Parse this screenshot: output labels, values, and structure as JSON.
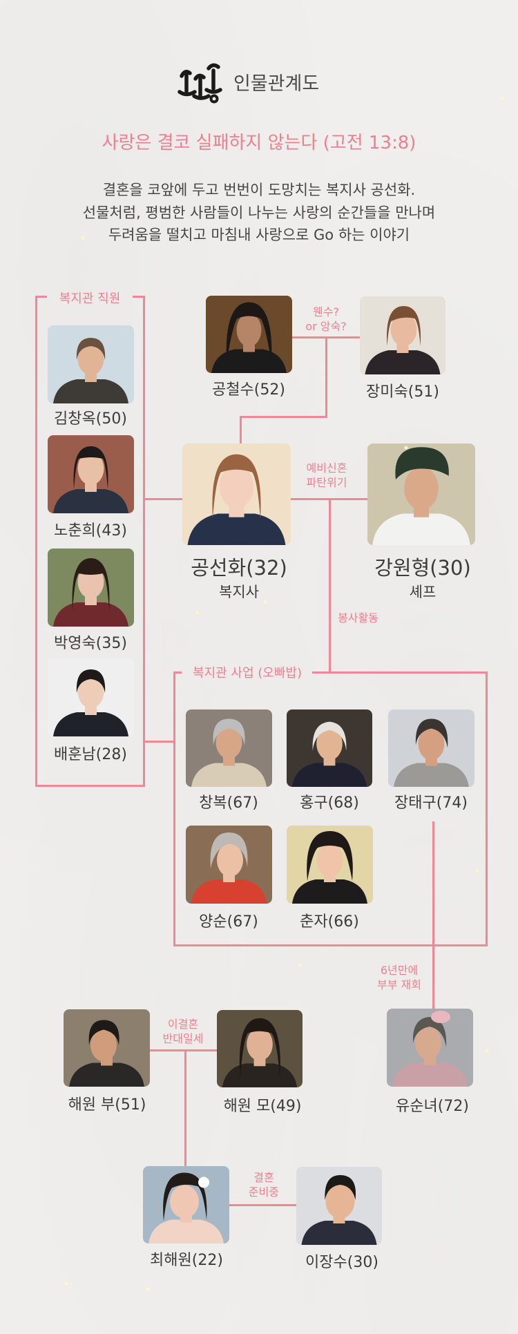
{
  "header": {
    "title": "인물관계도",
    "tagline": "사랑은 결코 실패하지 않는다 (고전 13:8)",
    "synopsis": [
      "결혼을 코앞에 두고 번번이 도망치는 복지사 공선화.",
      "선물처럼, 평범한 사람들이 나누는 사랑의 순간들을 만나며",
      "두려움을 떨치고 마침내 사랑으로 Go 하는 이야기"
    ]
  },
  "colors": {
    "accent": "#ee7f8e",
    "line": "#ef8795",
    "text": "#3b3b3b",
    "background": "#f0efed"
  },
  "groups": {
    "staff": {
      "label": "복지관 직원"
    },
    "business": {
      "label": "복지관 사업 (오빠밥)"
    }
  },
  "relations": {
    "parents_of_lead": [
      "웬수?",
      "or 앙숙?"
    ],
    "lead_couple": [
      "예비신혼",
      "파탄위기"
    ],
    "volunteer": "봉사활동",
    "reunion": [
      "6년만에",
      "부부 재회"
    ],
    "haewon_parents": [
      "이결혼",
      "반대일세"
    ],
    "wedding": [
      "결혼",
      "준비중"
    ]
  },
  "characters": [
    {
      "name": "김창옥(50)",
      "photo": {
        "bg": "#cfdbe2",
        "hair": "#6b5140",
        "skin": "#e2b496",
        "clothing": "#3e3b36"
      }
    },
    {
      "name": "노춘희(43)",
      "photo": {
        "bg": "#9a5d4c",
        "hair": "#1e1a1a",
        "skin": "#e8c0a6",
        "clothing": "#2a3140"
      }
    },
    {
      "name": "박영숙(35)",
      "photo": {
        "bg": "#7d8a5f",
        "hair": "#2a1d18",
        "skin": "#eac3ae",
        "clothing": "#6e2a2c"
      }
    },
    {
      "name": "배훈남(28)",
      "photo": {
        "bg": "#efefef",
        "hair": "#1d1a19",
        "skin": "#edcdb7",
        "clothing": "#1f2228"
      }
    },
    {
      "name": "공철수(52)",
      "photo": {
        "bg": "#6b4a2c",
        "hair": "#1d1715",
        "skin": "#b68466",
        "clothing": "#1b1b1b"
      }
    },
    {
      "name": "장미숙(51)",
      "photo": {
        "bg": "#e6e1d8",
        "hair": "#7a5034",
        "skin": "#e8bba0",
        "clothing": "#2b2428"
      }
    },
    {
      "name": "공선화(32)",
      "role": "복지사",
      "photo": {
        "bg": "#f0e0c8",
        "hair": "#9a6442",
        "skin": "#f3d0bd",
        "clothing": "#27314a"
      }
    },
    {
      "name": "강원형(30)",
      "role": "셰프",
      "photo": {
        "bg": "#cdc6ad",
        "hair": "#2a3a2c",
        "skin": "#d9a98a",
        "clothing": "#f2f2f0"
      }
    },
    {
      "name": "창복(67)",
      "photo": {
        "bg": "#8b8178",
        "hair": "#bdbdbd",
        "skin": "#d7a687",
        "clothing": "#d9ccb6"
      }
    },
    {
      "name": "홍구(68)",
      "photo": {
        "bg": "#3e3631",
        "hair": "#e6e3de",
        "skin": "#e1b494",
        "clothing": "#1f2130"
      }
    },
    {
      "name": "장태구(74)",
      "photo": {
        "bg": "#cfd3d8",
        "hair": "#3a3530",
        "skin": "#d4a081",
        "clothing": "#9c9a97"
      }
    },
    {
      "name": "양순(67)",
      "photo": {
        "bg": "#8a6d55",
        "hair": "#bdbab5",
        "skin": "#ecc0a4",
        "clothing": "#d8402f"
      }
    },
    {
      "name": "춘자(66)",
      "photo": {
        "bg": "#e2d6a6",
        "hair": "#1f1917",
        "skin": "#efc4a9",
        "clothing": "#1d1b1b"
      }
    },
    {
      "name": "해원 부(51)",
      "photo": {
        "bg": "#8d7f6e",
        "hair": "#1e1a17",
        "skin": "#cf9c7c",
        "clothing": "#2a2826"
      }
    },
    {
      "name": "해원 모(49)",
      "photo": {
        "bg": "#5d5240",
        "hair": "#1f1814",
        "skin": "#e1b195",
        "clothing": "#2a2420"
      }
    },
    {
      "name": "유순녀(72)",
      "photo": {
        "bg": "#a9abaf",
        "hair": "#5b5752",
        "skin": "#d7a98e",
        "clothing": "#c9a0a5"
      }
    },
    {
      "name": "최해원(22)",
      "photo": {
        "bg": "#a6b8c6",
        "hair": "#231b18",
        "skin": "#f0c7b3",
        "clothing": "#f2d4c6"
      }
    },
    {
      "name": "이장수(30)",
      "photo": {
        "bg": "#dcdde0",
        "hair": "#1c1a19",
        "skin": "#e5b595",
        "clothing": "#2b2e3a"
      }
    }
  ]
}
